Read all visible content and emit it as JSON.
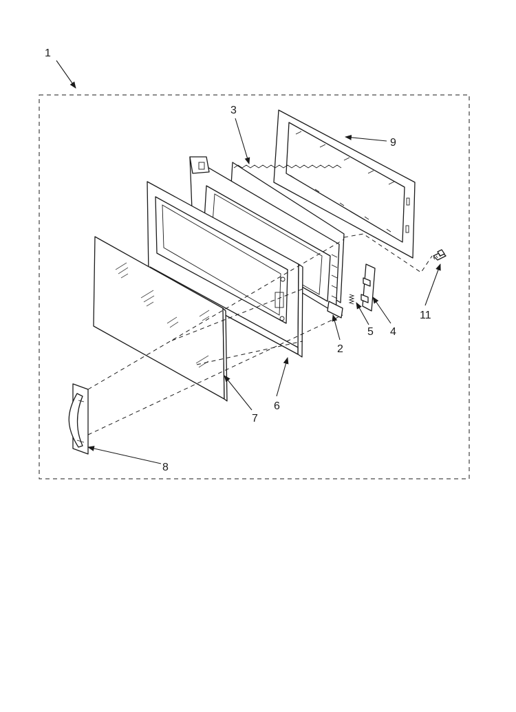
{
  "diagram": {
    "callouts": {
      "assembly": "1",
      "part_2": "2",
      "part_3": "3",
      "part_4": "4",
      "part_5": "5",
      "part_6": "6",
      "part_7": "7",
      "part_8": "8",
      "part_9": "9",
      "part_11": "11"
    }
  }
}
